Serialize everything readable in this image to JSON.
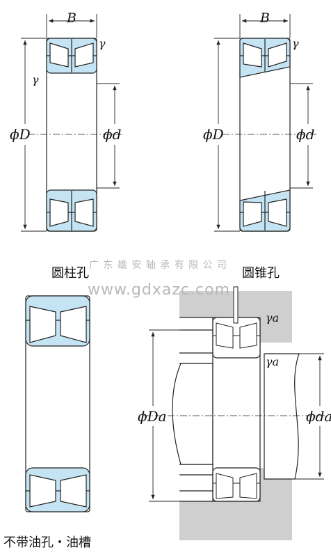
{
  "labels": {
    "b": "B",
    "gamma": "γ",
    "phi_D": "ϕD",
    "phi_d": "ϕd",
    "gamma_a": "γa",
    "phi_Da": "ϕDa",
    "phi_da": "ϕda"
  },
  "captions": {
    "cylindrical_bore": "圆柱孔",
    "tapered_bore": "圆锥孔",
    "no_oil_hole": "不带油孔・油槽"
  },
  "watermark": {
    "company": "广 东 雄 安 轴 承 有 限 公 司",
    "url": "www.gdxazc.com"
  },
  "colors": {
    "ring_fill": "#c5e4f3",
    "line": "#222222",
    "housing": "#cfcfcf"
  }
}
